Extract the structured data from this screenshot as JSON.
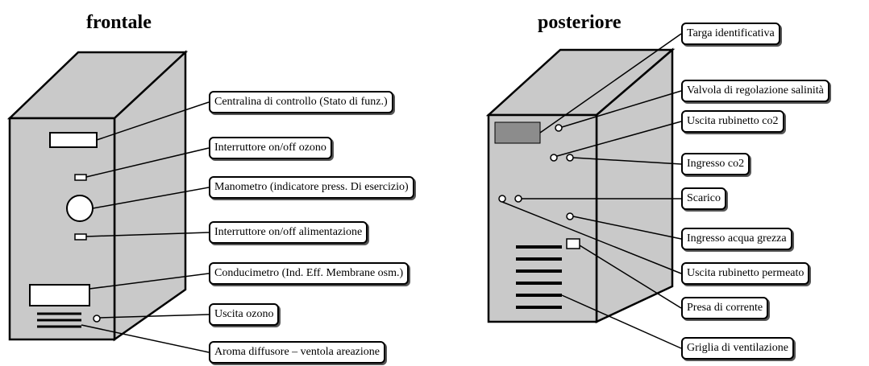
{
  "front": {
    "title": "frontale",
    "labels": [
      "Centralina di controllo (Stato di funz.)",
      "Interruttore on/off ozono",
      "Manometro (indicatore press. Di esercizio)",
      "Interruttore on/off alimentazione",
      "Conducimetro (Ind. Eff. Membrane osm.)",
      "Uscita ozono",
      "Aroma diffusore – ventola areazione"
    ]
  },
  "rear": {
    "title": "posteriore",
    "labels": [
      "Targa identificativa",
      "Valvola di regolazione salinità",
      "Uscita rubinetto co2",
      "Ingresso co2",
      "Scarico",
      "Ingresso acqua grezza",
      "Uscita rubinetto permeato",
      "Presa di corrente",
      "Griglia di ventilazione"
    ]
  },
  "colors": {
    "panel_fill": "#c9c9c9",
    "outline": "#000000",
    "plate_fill": "#8c8c8c"
  }
}
